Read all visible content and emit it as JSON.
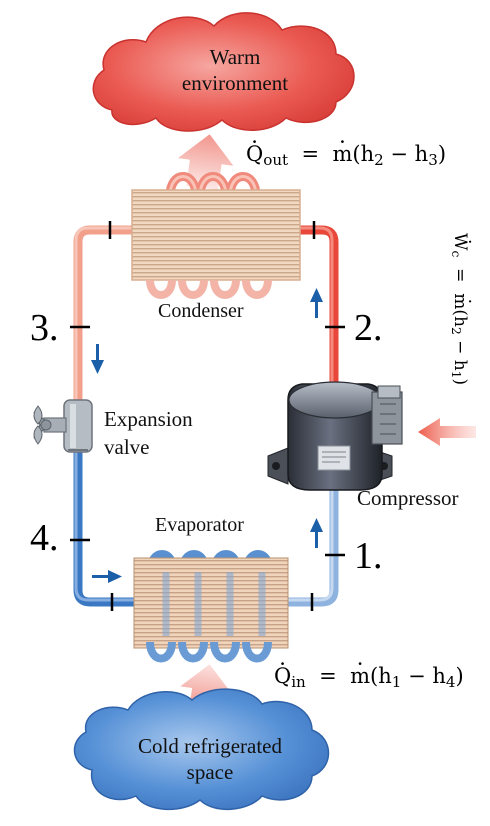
{
  "clouds": {
    "warm_line1": "Warm",
    "warm_line2": "environment",
    "cold_line1": "Cold refrigerated",
    "cold_line2": "space"
  },
  "components": {
    "condenser": "Condenser",
    "evaporator": "Evaporator",
    "compressor": "Compressor",
    "valve_line1": "Expansion",
    "valve_line2": "valve"
  },
  "states": {
    "s1": "1.",
    "s2": "2.",
    "s3": "3.",
    "s4": "4."
  },
  "equations": {
    "q_out": {
      "sym": "Q",
      "sub": "out",
      "rhs_m": "m",
      "rhs": "(h",
      "a": "2",
      "mid": " − h",
      "b": "3",
      "end": ")"
    },
    "q_in": {
      "sym": "Q",
      "sub": "in",
      "rhs_m": "m",
      "rhs": "(h",
      "a": "1",
      "mid": " − h",
      "b": "4",
      "end": ")"
    },
    "w_c": {
      "sym": "W",
      "sub": "c",
      "rhs_m": "m",
      "rhs": "(h",
      "a": "2",
      "mid": " − h",
      "b": "1",
      "end": ")"
    }
  },
  "colors": {
    "hot_pipe": "#e8473a",
    "warm_pipe": "#f2a08c",
    "cold_pipe": "#3b78c4",
    "light_cold_pipe": "#8fb3df",
    "warm_cloud": "#e84b4b",
    "cold_cloud": "#4a86cc",
    "flow_arrow": "#1a5fa8"
  }
}
